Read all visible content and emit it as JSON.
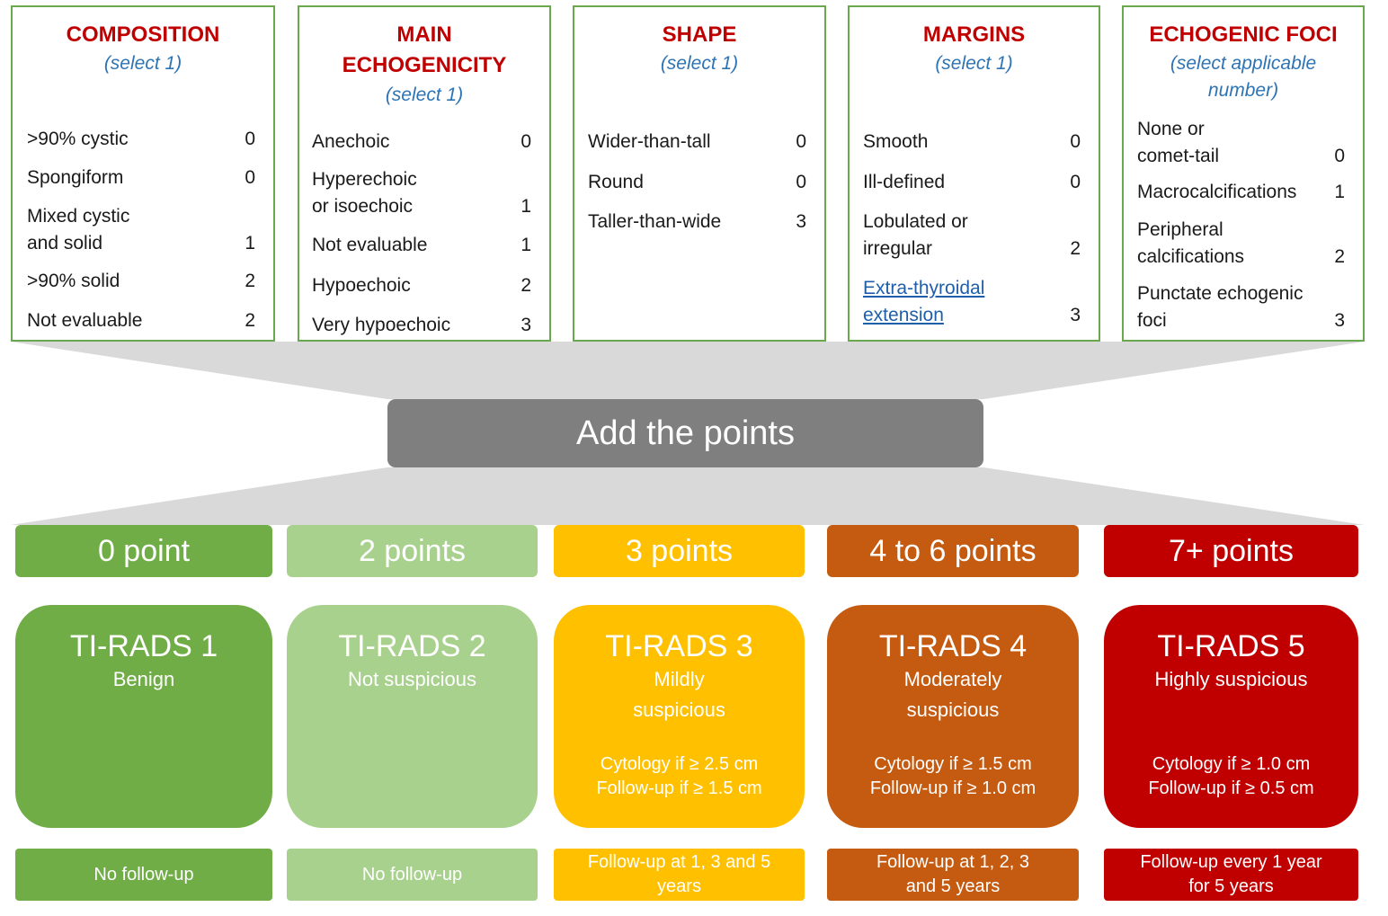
{
  "categories": [
    {
      "title_lines": [
        "COMPOSITION"
      ],
      "subtitle_lines": [
        "(select 1)"
      ],
      "options": [
        {
          "label_lines": [
            ">90% cystic"
          ],
          "points": "0"
        },
        {
          "label_lines": [
            "Spongiform"
          ],
          "points": "0"
        },
        {
          "label_lines": [
            "Mixed cystic",
            "and solid"
          ],
          "points": "1"
        },
        {
          "label_lines": [
            ">90% solid"
          ],
          "points": "2"
        },
        {
          "label_lines": [
            "Not evaluable"
          ],
          "points": "2"
        }
      ]
    },
    {
      "title_lines": [
        "MAIN",
        "ECHOGENICITY"
      ],
      "subtitle_lines": [
        "(select 1)"
      ],
      "options": [
        {
          "label_lines": [
            "Anechoic"
          ],
          "points": "0"
        },
        {
          "label_lines": [
            "Hyperechoic",
            "or isoechoic"
          ],
          "points": "1"
        },
        {
          "label_lines": [
            "Not evaluable"
          ],
          "points": "1"
        },
        {
          "label_lines": [
            "Hypoechoic"
          ],
          "points": "2"
        },
        {
          "label_lines": [
            "Very hypoechoic"
          ],
          "points": "3"
        }
      ]
    },
    {
      "title_lines": [
        "SHAPE"
      ],
      "subtitle_lines": [
        "(select 1)"
      ],
      "options": [
        {
          "label_lines": [
            "Wider-than-tall"
          ],
          "points": "0"
        },
        {
          "label_lines": [
            "Round"
          ],
          "points": "0"
        },
        {
          "label_lines": [
            "Taller-than-wide"
          ],
          "points": "3"
        }
      ]
    },
    {
      "title_lines": [
        "MARGINS"
      ],
      "subtitle_lines": [
        "(select 1)"
      ],
      "options": [
        {
          "label_lines": [
            "Smooth"
          ],
          "points": "0"
        },
        {
          "label_lines": [
            "Ill-defined"
          ],
          "points": "0"
        },
        {
          "label_lines": [
            "Lobulated or",
            "irregular"
          ],
          "points": "2"
        },
        {
          "label_lines": [
            "Extra-thyroidal",
            "extension"
          ],
          "points": "3",
          "is_link": true
        }
      ]
    },
    {
      "title_lines": [
        "ECHOGENIC FOCI"
      ],
      "subtitle_lines": [
        "(select applicable",
        "number)"
      ],
      "options": [
        {
          "label_lines": [
            "None or",
            "comet-tail"
          ],
          "points": "0"
        },
        {
          "label_lines": [
            "Macrocalcifications"
          ],
          "points": "1"
        },
        {
          "label_lines": [
            "Peripheral",
            "calcifications"
          ],
          "points": "2"
        },
        {
          "label_lines": [
            "Punctate echogenic",
            "foci"
          ],
          "points": "3"
        }
      ]
    }
  ],
  "center_label": "Add the points",
  "levels": [
    {
      "points_label": "0 point",
      "tirads": "TI-RADS 1",
      "risk_lines": [
        "Benign"
      ],
      "rule_lines": [],
      "followup_lines": [
        "No follow-up"
      ],
      "color": "#70ad47"
    },
    {
      "points_label": "2 points",
      "tirads": "TI-RADS 2",
      "risk_lines": [
        "Not suspicious"
      ],
      "rule_lines": [],
      "followup_lines": [
        "No follow-up"
      ],
      "color": "#a9d18e"
    },
    {
      "points_label": "3 points",
      "tirads": "TI-RADS 3",
      "risk_lines": [
        "Mildly",
        "suspicious"
      ],
      "rule_lines": [
        "Cytology if ≥ 2.5 cm",
        "Follow-up if ≥ 1.5 cm"
      ],
      "followup_lines": [
        "Follow-up at 1, 3 and 5",
        "years"
      ],
      "color": "#ffc000"
    },
    {
      "points_label": "4 to 6 points",
      "tirads": "TI-RADS 4",
      "risk_lines": [
        "Moderately",
        "suspicious"
      ],
      "rule_lines": [
        "Cytology if ≥ 1.5 cm",
        "Follow-up if ≥ 1.0 cm"
      ],
      "followup_lines": [
        "Follow-up at 1, 2, 3",
        "and 5 years"
      ],
      "color": "#c55a11"
    },
    {
      "points_label": "7+ points",
      "tirads": "TI-RADS 5",
      "risk_lines": [
        "Highly suspicious"
      ],
      "rule_lines": [
        "Cytology if ≥ 1.0 cm",
        "Follow-up if ≥ 0.5 cm"
      ],
      "followup_lines": [
        "Follow-up every 1 year",
        "for 5 years"
      ],
      "color": "#c00000"
    }
  ]
}
